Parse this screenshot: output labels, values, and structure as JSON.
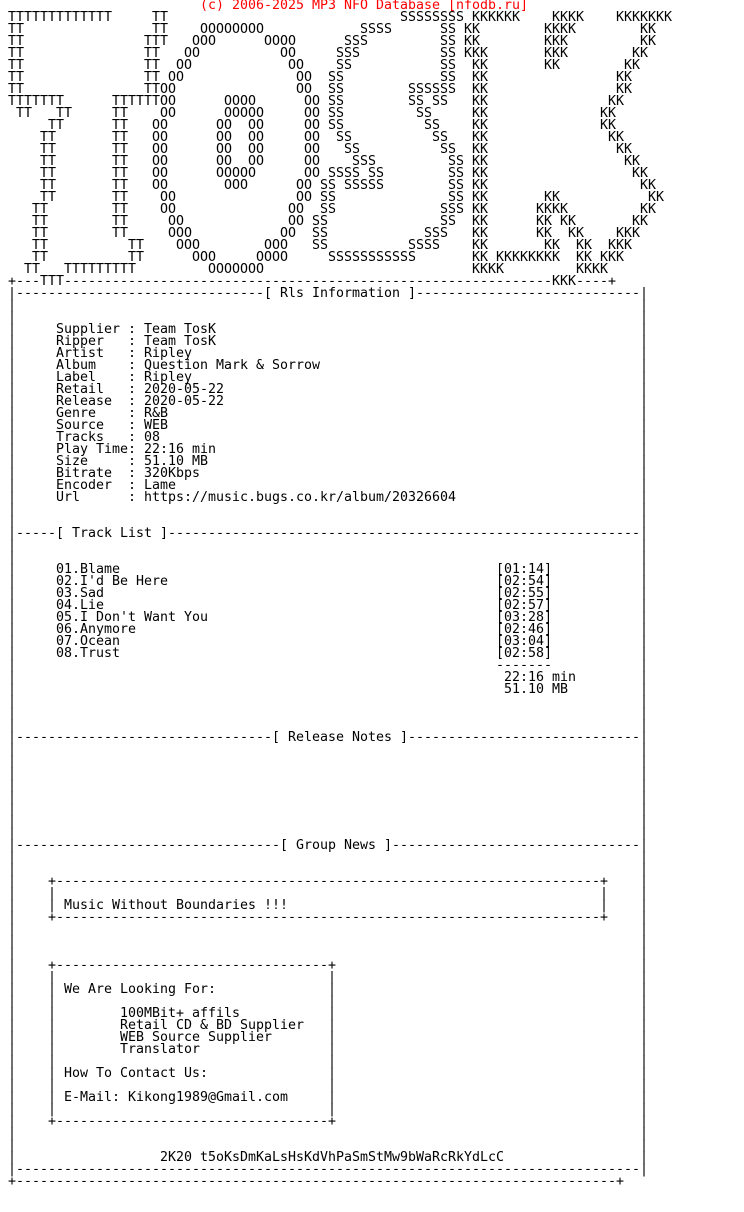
{
  "header": {
    "credit": "                         (c) 2006-2025 MP3 NFO Database [nfodb.ru]"
  },
  "logo_art": [
    " TTTTTTTTTTTTT     TT                             SSSSSSSS KKKKKK    KKKK    KKKKKKK",
    " TT                TT    OOOOOOOO            SSSS      SS KK        KKKK        KK",
    " TT               TTT   OOO      OOOO      SSS         SS KK        KKK         KK",
    " TT               TT   OO          OO     SSS          SS KKK       KKK        KK",
    " TT               TT  OO            OO    SS           SS  KK       KK        KK",
    " TT               TT OO              OO  SS            SS  KK                KK",
    " TT               TTOO               OO  SS        SSSSSS  KK                KK",
    " TTTTTTT      TTTTTTOO      OOOO      OO SS        SS SS   KK               KK",
    "  TT   TT     TT    OO      OOOOO     OO SS         SS     KK              KK",
    "      TT      TT   OO      OO  OO     OO SS          SS    KK              KK",
    "     TT       TT   OO      OO  OO     OO  SS          SS   KK               KK",
    "     TT       TT   OO      OO  OO     OO   SS          SS  KK                KK",
    "     TT       TT   OO      OO  OO     OO    SSS         SS KK                 KK",
    "     TT       TT   OO      OOOOO      OO SSSS SS        SS KK                  KK",
    "     TT       TT   OO       OOO      OO SS SSSSS        SS KK                   KK",
    "     TT       TT    OO               OO SS              SS KK       KK           KK",
    "    TT        TT    OO              OO  SS             SSS KK      KKKK         KK",
    "    TT        TT     OO             OO SS              SS  KK      KK KK       KK",
    "    TT        TT     OOO           OO  SS            SSS   KK      KK  KK    KKK",
    "    TT          TT    OOO        OOO   SS          SSSS    KK       KK  KK  KKK",
    "    TT          TT      OOO     OOOO     SSSSSSSSSSS       KK KKKKKKKK  KK KKK",
    "   TT   TTTTTTTTT         OOOOOOO                          KKKK         KKKK"
  ],
  "frame": {
    "top_border": " +---TTT-------------------------------------------------------------KKK----+",
    "bottom_border": " +---------------------------------------------------------------------------+"
  },
  "sections": {
    "rls_info": {
      "header": " |--------------------------------[ Rls Information ]-------------------------------|",
      "title": "Rls Information",
      "fields": [
        {
          "label": "Supplier ",
          "value": "Team TosK"
        },
        {
          "label": "Ripper   ",
          "value": "Team TosK"
        },
        {
          "label": "Artist   ",
          "value": "Ripley"
        },
        {
          "label": "Album    ",
          "value": "Question Mark & Sorrow"
        },
        {
          "label": "Label    ",
          "value": "Ripley"
        },
        {
          "label": "Retail   ",
          "value": "2020-05-22"
        },
        {
          "label": "Release  ",
          "value": "2020-05-22"
        },
        {
          "label": "Genre    ",
          "value": "R&B"
        },
        {
          "label": "Source   ",
          "value": "WEB"
        },
        {
          "label": "Tracks   ",
          "value": "08"
        },
        {
          "label": "Play Time",
          "value": "22:16 min"
        },
        {
          "label": "Size     ",
          "value": "51.10 MB"
        },
        {
          "label": "Bitrate  ",
          "value": "320Kbps"
        },
        {
          "label": "Encoder  ",
          "value": "Lame"
        },
        {
          "label": "Url      ",
          "value": "https://music.bugs.co.kr/album/20326604"
        }
      ]
    },
    "track_list": {
      "title": "Track List",
      "tracks": [
        {
          "title": "01.Blame",
          "duration": "[01:14]"
        },
        {
          "title": "02.I'd Be Here",
          "duration": "[02:54]"
        },
        {
          "title": "03.Sad",
          "duration": "[02:55]"
        },
        {
          "title": "04.Lie",
          "duration": "[02:57]"
        },
        {
          "title": "05.I Don't Want You",
          "duration": "[03:28]"
        },
        {
          "title": "06.Anymore",
          "duration": "[02:46]"
        },
        {
          "title": "07.Ocean",
          "duration": "[03:04]"
        },
        {
          "title": "08.Trust",
          "duration": "[02:58]"
        }
      ],
      "separator": "-------",
      "total_time": "22:16 min",
      "total_size": "51.10 MB"
    },
    "release_notes": {
      "title": "Release Notes"
    },
    "group_news": {
      "title": "Group News",
      "slogan": "Music Without Boundaries !!!",
      "looking_for_heading": "We Are Looking For:",
      "looking_for_items": [
        "100MBit+ affils",
        "Retail CD & BD Supplier",
        "WEB Source Supplier",
        "Translator"
      ],
      "contact_heading": "How To Contact Us:",
      "email_label": "E-Mail:",
      "email": "Kikong1989@Gmail.com"
    },
    "signature": "2K20 t5oKsDmKaLsHsKdVhPaSmStMw9bWaRcRkYdLcC"
  }
}
